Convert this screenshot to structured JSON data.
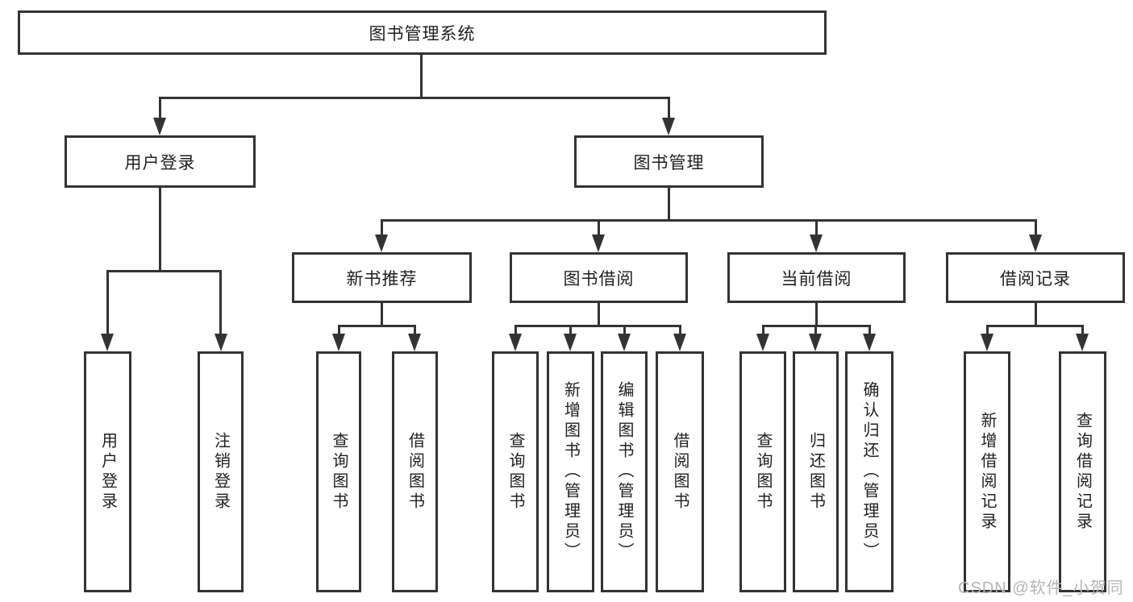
{
  "colors": {
    "line": "#333333",
    "text": "#1f1f1f",
    "watermark": "#b5b5b5",
    "background": "#ffffff"
  },
  "watermark": "CSDN @软件_小贺同学",
  "diagram": {
    "root": {
      "label": "图书管理系统"
    },
    "branches": [
      {
        "label": "用户登录",
        "children": [
          {
            "label": "用户登录"
          },
          {
            "label": "注销登录"
          }
        ]
      },
      {
        "label": "图书管理",
        "modules": [
          {
            "label": "新书推荐",
            "children": [
              {
                "label": "查询图书"
              },
              {
                "label": "借阅图书"
              }
            ]
          },
          {
            "label": "图书借阅",
            "children": [
              {
                "label": "查询图书"
              },
              {
                "label": "新增图书（管理员）"
              },
              {
                "label": "编辑图书（管理员）"
              },
              {
                "label": "借阅图书"
              }
            ]
          },
          {
            "label": "当前借阅",
            "children": [
              {
                "label": "查询图书"
              },
              {
                "label": "归还图书"
              },
              {
                "label": "确认归还（管理员）"
              }
            ]
          },
          {
            "label": "借阅记录",
            "children": [
              {
                "label": "新增借阅记录"
              },
              {
                "label": "查询借阅记录"
              }
            ]
          }
        ]
      }
    ]
  }
}
